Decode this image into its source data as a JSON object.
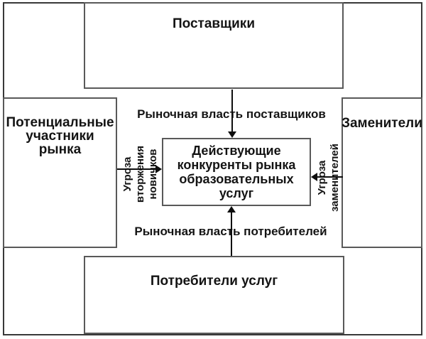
{
  "diagram": {
    "boxes": {
      "suppliers": {
        "label": "Поставщики"
      },
      "potential_entrants": {
        "label": "Потенциальные участники рынка",
        "lines": [
          "Потенциальные",
          "участники",
          "рынка"
        ]
      },
      "substitutes": {
        "label": "Заменители"
      },
      "consumers": {
        "label": "Потребители услуг"
      },
      "competitors": {
        "label": "Действующие конкуренты рынка образовательных услуг",
        "lines": [
          "Действующие",
          "конкуренты рынка",
          "образовательных",
          "услуг"
        ]
      }
    },
    "forces": {
      "supplier_power": {
        "label": "Рыночная власть поставщиков",
        "direction": "down"
      },
      "consumer_power": {
        "label": "Рыночная власть потребителей",
        "direction": "up"
      },
      "newcomer_threat": {
        "label": "Угроза вторжения новичков",
        "lines": [
          "Угроза",
          "вторжения",
          "новичков"
        ],
        "direction": "right"
      },
      "substitute_threat": {
        "label": "Угроза заменителей",
        "lines": [
          "Угроза",
          "заменителей"
        ],
        "direction": "left"
      }
    },
    "colors": {
      "background": "#ffffff",
      "outer_border": "#383838",
      "box_border": "#595959",
      "text": "#141414",
      "arrow": "#0d0d0d"
    }
  }
}
